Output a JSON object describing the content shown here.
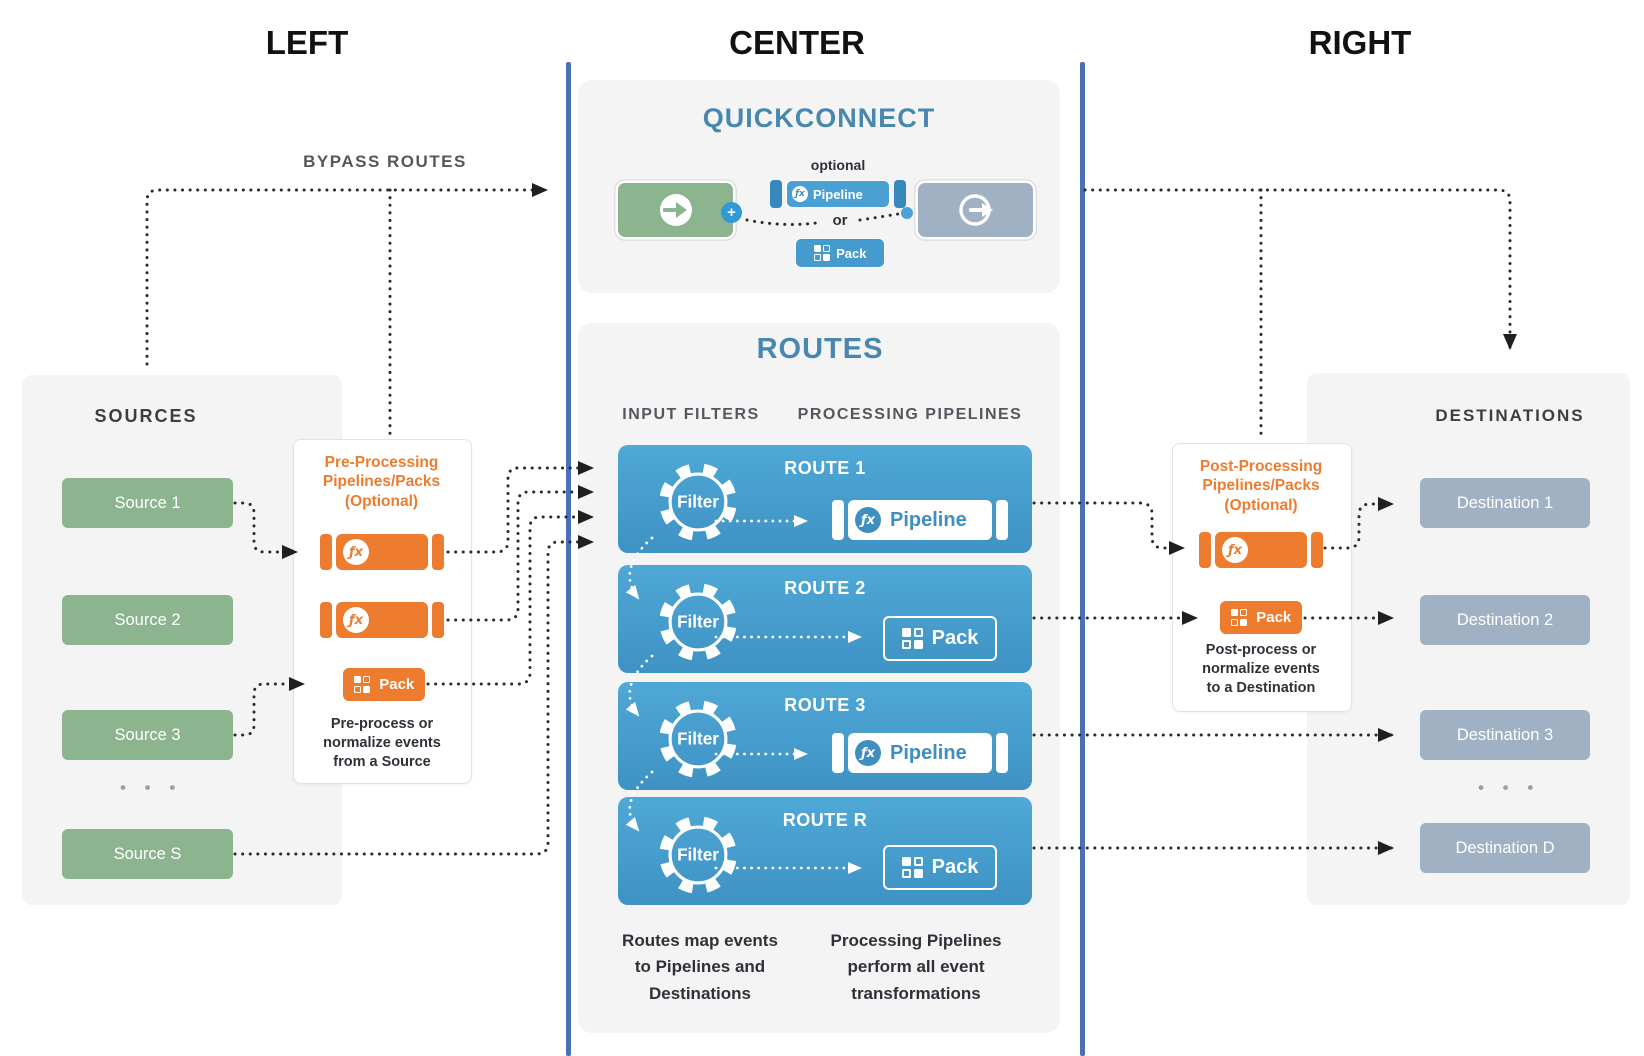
{
  "headers": {
    "left": "LEFT",
    "center": "CENTER",
    "right": "RIGHT"
  },
  "bypass_label": "BYPASS ROUTES",
  "icons": {
    "fx": "ƒx",
    "plus": "+"
  },
  "colors": {
    "accent_blue": "#4887AE",
    "route_blue": "#4D9FCC",
    "source_green": "#8CB48F",
    "destination_slate": "#9FB1C2",
    "orange": "#ED7C2F",
    "divider_blue": "#4A70B8"
  },
  "quickconnect": {
    "title": "QUICKCONNECT",
    "optional": "optional",
    "or": "or",
    "pipeline": "Pipeline",
    "pack": "Pack"
  },
  "routes_panel": {
    "title": "ROUTES",
    "col_filters": "INPUT FILTERS",
    "col_pipelines": "PROCESSING PIPELINES",
    "filter": "Filter",
    "routes": [
      {
        "name": "ROUTE 1",
        "proc": "Pipeline",
        "kind": "pipeline"
      },
      {
        "name": "ROUTE 2",
        "proc": "Pack",
        "kind": "pack"
      },
      {
        "name": "ROUTE 3",
        "proc": "Pipeline",
        "kind": "pipeline"
      },
      {
        "name": "ROUTE R",
        "proc": "Pack",
        "kind": "pack"
      }
    ],
    "caption_left": "Routes map events\nto Pipelines and\nDestinations",
    "caption_right": "Processing Pipelines\nperform all event\ntransformations"
  },
  "sources": {
    "title": "SOURCES",
    "items": [
      "Source 1",
      "Source 2",
      "Source 3",
      "Source S"
    ],
    "more": "• • •"
  },
  "preprocessing": {
    "title": "Pre-Processing\nPipelines/Packs\n(Optional)",
    "pack": "Pack",
    "caption": "Pre-process or\nnormalize events\nfrom a Source"
  },
  "postprocessing": {
    "title": "Post-Processing\nPipelines/Packs\n(Optional)",
    "pack": "Pack",
    "caption": "Post-process or\nnormalize events\nto a Destination"
  },
  "destinations": {
    "title": "DESTINATIONS",
    "items": [
      "Destination 1",
      "Destination 2",
      "Destination 3",
      "Destination D"
    ],
    "more": "• • •"
  }
}
